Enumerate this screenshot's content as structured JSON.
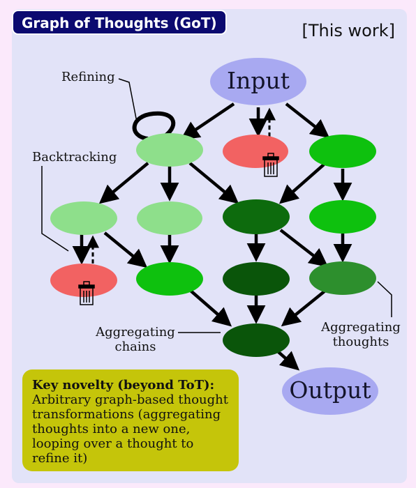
{
  "header": {
    "title": "Graph of Thoughts (GoT)",
    "tag": "[This work]"
  },
  "nodes": {
    "input": "Input",
    "output": "Output"
  },
  "labels": {
    "refining": "Refining",
    "backtracking": "Backtracking",
    "aggregating_chains": [
      "Aggregating",
      "chains"
    ],
    "aggregating_thoughts": [
      "Aggregating",
      "thoughts"
    ]
  },
  "novelty": {
    "heading": "Key novelty (beyond ToT):",
    "body_lines": [
      "Arbitrary graph-based thought",
      "transformations (aggregating",
      "thoughts into a new one,",
      "looping over a thought to",
      "refine it)"
    ]
  },
  "colors": {
    "input": "#a8a9f1",
    "discarded": "#f26262",
    "light": "#8edf8b",
    "bright": "#0ec10e",
    "dark": "#0d6b0d",
    "darker": "#0a550a",
    "olive": "#2d8f2d"
  }
}
